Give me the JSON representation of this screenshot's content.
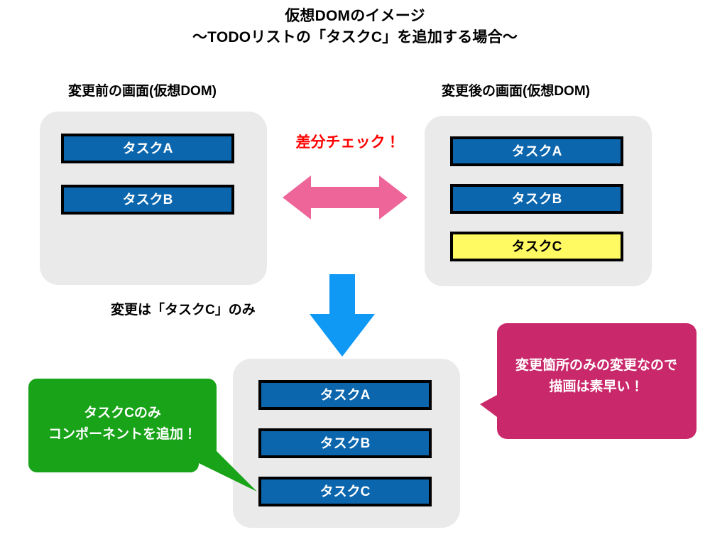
{
  "title": {
    "line1": "仮想DOMのイメージ",
    "line2": "〜TODOリストの「タスクC」を追加する場合〜"
  },
  "panels": {
    "before": {
      "caption": "変更前の画面(仮想DOM)",
      "items": [
        {
          "label": "タスクA",
          "state": "existing"
        },
        {
          "label": "タスクB",
          "state": "existing"
        }
      ]
    },
    "after": {
      "caption": "変更後の画面(仮想DOM)",
      "items": [
        {
          "label": "タスクA",
          "state": "existing"
        },
        {
          "label": "タスクB",
          "state": "existing"
        },
        {
          "label": "タスクC",
          "state": "new"
        }
      ]
    },
    "result": {
      "items": [
        {
          "label": "タスクA",
          "state": "existing"
        },
        {
          "label": "タスクB",
          "state": "existing"
        },
        {
          "label": "タスクC",
          "state": "existing"
        }
      ]
    }
  },
  "annotations": {
    "diff_check": "差分チェック！",
    "change_note": "変更は「タスクC」のみ"
  },
  "callouts": {
    "green": {
      "line1": "タスクCのみ",
      "line2": "コンポーネントを追加！"
    },
    "magenta": {
      "line1": "変更箇所のみの変更なので",
      "line2": "描画は素早い！"
    }
  },
  "colors": {
    "task_blue": "#0b66ad",
    "task_new_yellow": "#fffa61",
    "panel_gray": "#eaeaea",
    "diff_text_red": "#ff0000",
    "diff_arrow_pink": "#ee6699",
    "flow_arrow_blue": "#0f99f5",
    "callout_green": "#19a319",
    "callout_magenta": "#c9296b",
    "box_border": "#000000"
  },
  "icons": {
    "diff_arrow": "double-headed-horizontal-arrow",
    "flow_arrow": "down-arrow",
    "green_callout": "speech-bubble-pointing-down-right",
    "magenta_callout": "speech-bubble-pointing-left"
  }
}
